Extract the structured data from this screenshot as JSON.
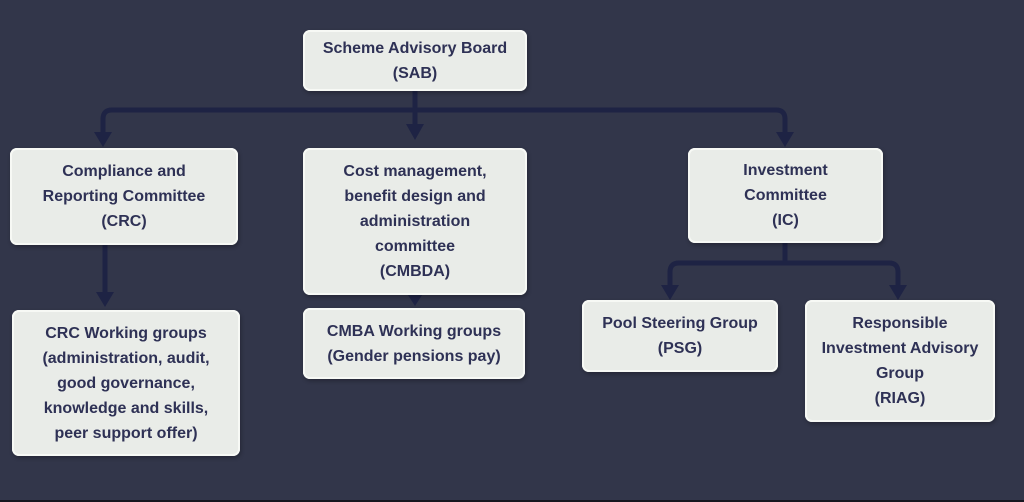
{
  "colors": {
    "background": "#32364a",
    "node-fill": "#e9ece8",
    "node-border": "#f7f9f5",
    "text": "#2e3155",
    "line": "#1e2344",
    "bottom-bar": "#15161f"
  },
  "diagram": {
    "type": "org-chart",
    "nodes": {
      "sab": {
        "label": "Scheme Advisory Board\n(SAB)"
      },
      "crc": {
        "label": "Compliance and\nReporting Committee\n(CRC)"
      },
      "cmbda": {
        "label": "Cost management,\nbenefit design and\nadministration\ncommittee\n(CMBDA)"
      },
      "ic": {
        "label": "Investment\nCommittee\n(IC)"
      },
      "crc_working_groups": {
        "label": "CRC Working groups\n(administration, audit,\ngood governance,\nknowledge and skills,\npeer support offer)"
      },
      "cmba_working_groups": {
        "label": "CMBA Working groups\n(Gender pensions pay)"
      },
      "psg": {
        "label": "Pool Steering Group\n(PSG)"
      },
      "riag": {
        "label": "Responsible\nInvestment Advisory\nGroup\n(RIAG)"
      }
    },
    "edges": [
      {
        "from": "sab",
        "to": "crc"
      },
      {
        "from": "sab",
        "to": "cmbda"
      },
      {
        "from": "sab",
        "to": "ic"
      },
      {
        "from": "crc",
        "to": "crc_working_groups"
      },
      {
        "from": "cmbda",
        "to": "cmba_working_groups"
      },
      {
        "from": "ic",
        "to": "psg"
      },
      {
        "from": "ic",
        "to": "riag"
      }
    ]
  }
}
